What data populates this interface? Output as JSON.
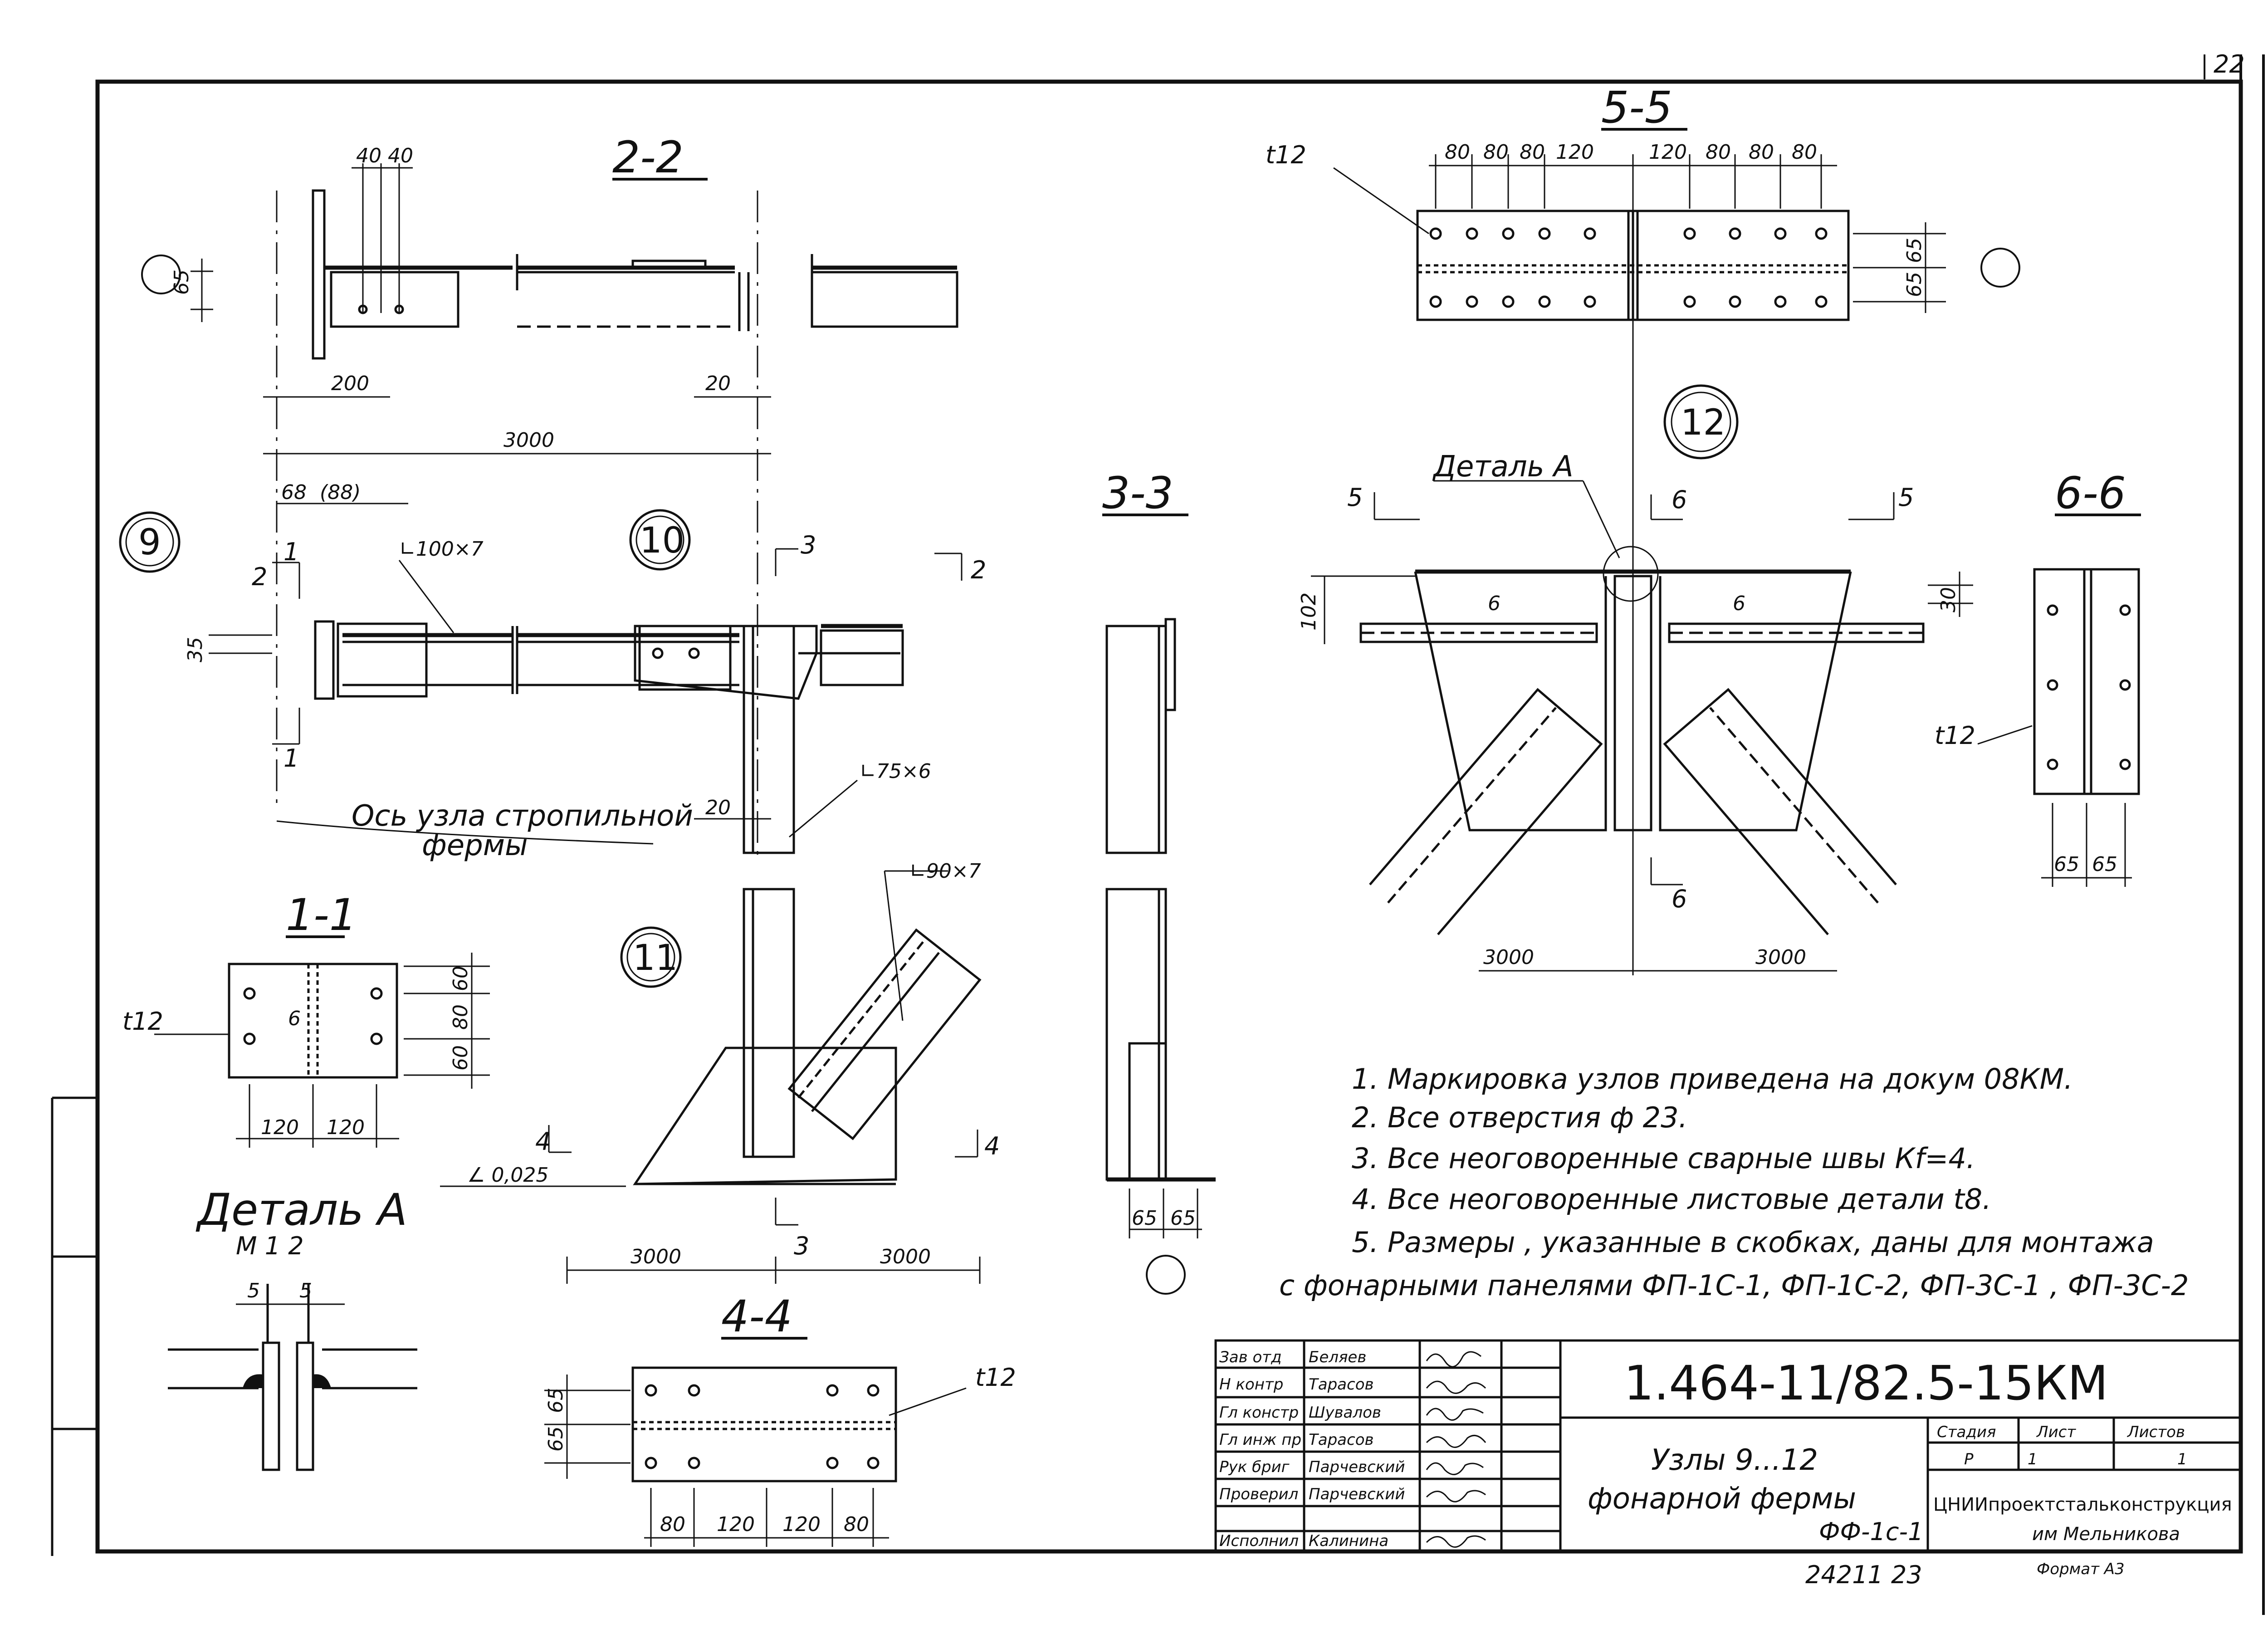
{
  "page_number": "22",
  "sections": {
    "s22": "2-2",
    "s55": "5-5",
    "s33": "3-3",
    "s66": "6-6",
    "s11": "1-1",
    "s44": "4-4"
  },
  "nodes": {
    "n9": "9",
    "n10": "10",
    "n11": "11",
    "n12": "12"
  },
  "section_marks": {
    "m1": "1",
    "m2": "2",
    "m3": "3",
    "m4": "4",
    "m5": "5",
    "m6": "6"
  },
  "detail_a": {
    "title": "Деталь А",
    "scale": "М 1 2",
    "leader": "Деталь А"
  },
  "axis_label": {
    "line1": "Ось узла стропильной",
    "line2": "фермы"
  },
  "dims": {
    "d40a": "40",
    "d40b": "40",
    "d65": "65",
    "d200": "200",
    "d20": "20",
    "d3000": "3000",
    "d68": "68",
    "d88": "(88)",
    "d35": "35",
    "d20b": "20",
    "s55_80a": "80",
    "s55_80b": "80",
    "s55_80c": "80",
    "s55_120a": "120",
    "s55_120b": "120",
    "s55_80d": "80",
    "s55_80e": "80",
    "s55_80f": "80",
    "s55_65a": "65",
    "s55_65b": "65",
    "d102": "102",
    "d30": "30",
    "d3000a": "3000",
    "d3000b": "3000",
    "s66_65a": "65",
    "s66_65b": "65",
    "s11_60a": "60",
    "s11_80": "80",
    "s11_60b": "60",
    "s11_120a": "120",
    "s11_120b": "120",
    "slope": "0,025",
    "d3000c": "3000",
    "d3000d": "3000",
    "s33_65a": "65",
    "s33_65b": "65",
    "da5a": "5",
    "da5b": "5",
    "s44_65a": "65",
    "s44_65b": "65",
    "s44_80a": "80",
    "s44_120a": "120",
    "s44_120b": "120",
    "s44_80b": "80"
  },
  "profiles": {
    "angle_100": "∟100×7",
    "angle_75": "∟75×6",
    "angle_90": "∟90×7",
    "plate_t12_a": "t12",
    "plate_t12_b": "t12",
    "plate_t12_c": "t12",
    "plate_t12_d": "t12"
  },
  "weld": "6",
  "notes": [
    "1. Маркировка узлов приведена на докум 08КМ.",
    "2. Все отверстия ф 23.",
    "3. Все неоговоренные сварные швы  Кf=4.",
    "4. Все неоговоренные листовые детали t8.",
    "5. Размеры , указанные в скобках, даны для монтажа",
    "с фонарными     панелями ФП-1С-1, ФП-1С-2, ФП-3С-1 , ФП-3С-2"
  ],
  "title_block": {
    "code": "1.464-11/82.5-15КМ",
    "roles": [
      "Зав отд",
      "Н контр",
      "Гл констр",
      "Гл инж пр",
      "Рук бриг",
      "Проверил",
      "Исполнил"
    ],
    "names": [
      "Беляев",
      "Тарасов",
      "Шувалов",
      "Тарасов",
      "Парчевский",
      "Парчевский",
      "Калинина"
    ],
    "drawing_title_1": "Узлы 9...12",
    "drawing_title_2": "фонарной фермы",
    "drawing_mark": "ФФ-1с-1",
    "stage_label": "Стадия",
    "sheet_label": "Лист",
    "sheets_label": "Листов",
    "stage": "Р",
    "sheet": "1",
    "sheets": "1",
    "org_1": "ЦНИИпроектстальконструкция",
    "org_2": "им Мельникова",
    "format": "Формат А3",
    "archive": "24211   23"
  }
}
